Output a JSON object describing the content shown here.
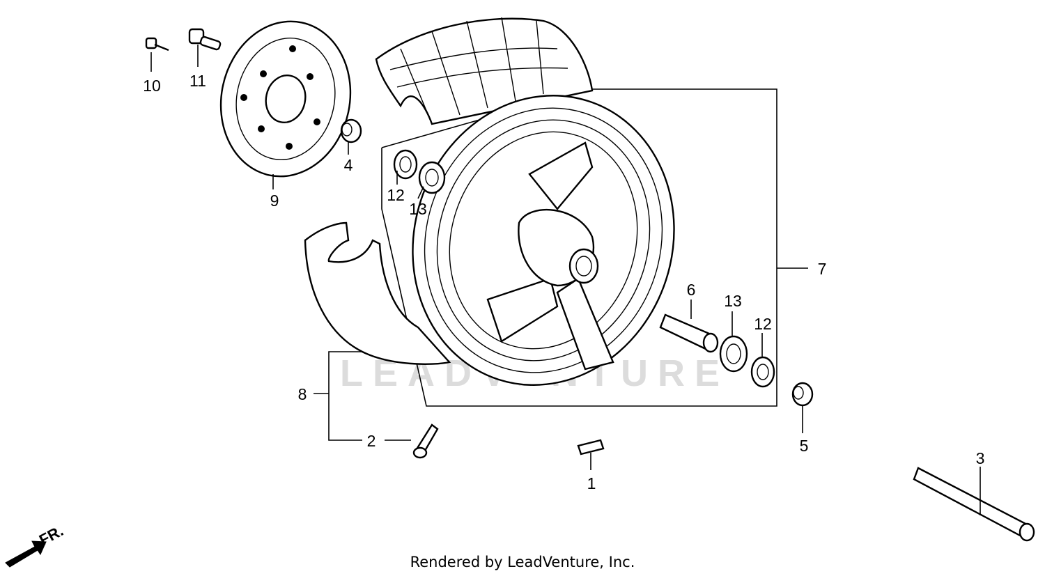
{
  "watermark": "LEADVENTURE",
  "footer": "Rendered by LeadVenture, Inc.",
  "direction_label": "FR.",
  "callouts": {
    "c1": "1",
    "c2": "2",
    "c3": "3",
    "c4": "4",
    "c5": "5",
    "c6": "6",
    "c7": "7",
    "c8": "8",
    "c9": "9",
    "c10": "10",
    "c11": "11",
    "c12a": "12",
    "c12b": "12",
    "c13a": "13",
    "c13b": "13"
  }
}
